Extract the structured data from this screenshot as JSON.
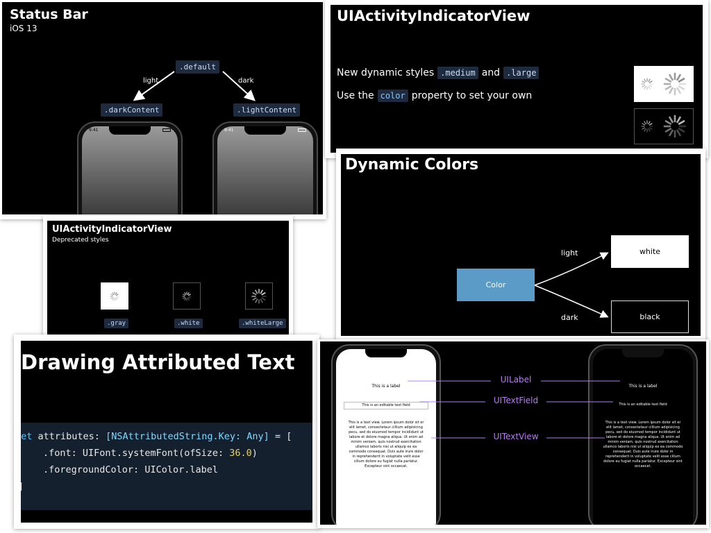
{
  "status_bar": {
    "title": "Status Bar",
    "subtitle": "iOS 13",
    "default_tag": ".default",
    "light_label": "light",
    "dark_label": "dark",
    "dark_content_tag": ".darkContent",
    "light_content_tag": ".lightContent",
    "phone_time": "9:41"
  },
  "indicator_new": {
    "title": "UIActivityIndicatorView",
    "line1_prefix": "New dynamic styles",
    "line1_tag1": ".medium",
    "line1_and": "and",
    "line1_tag2": ".large",
    "line2_prefix": "Use the",
    "line2_tag": "color",
    "line2_suffix": "property to set your own"
  },
  "dynamic_colors": {
    "title": "Dynamic Colors",
    "source": "Color",
    "light_label": "light",
    "dark_label": "dark",
    "light_target": "white",
    "dark_target": "black",
    "accent": "#5b9bc7"
  },
  "indicator_deprecated": {
    "title": "UIActivityIndicatorView",
    "subtitle": "Deprecated styles",
    "styles": [
      ".gray",
      ".white",
      ".whiteLarge"
    ]
  },
  "attributed_text": {
    "title": "Drawing Attributed Text",
    "code_line1": {
      "kw": "let",
      "name": "attributes:",
      "type": "[NSAttributedString.Key:",
      "type2": "Any]",
      "rest": "= ["
    },
    "code_line2": {
      "prop": ".font:",
      "call": "UIFont.systemFont(ofSize:",
      "num": "36.0",
      "end": ")"
    },
    "code_line3": {
      "prop": ".foregroundColor:",
      "call": "UIColor.label"
    },
    "code_line4": "]"
  },
  "text_views": {
    "label_text": "This is a label",
    "field_text": "This is an editable text field",
    "textview_text": "This is a text view. Lorem ipsum dolor sit er elit lamet, consectetaur cillium adipisicing pecu, sed do eiusmod tempor incididunt ut labore et dolore magna aliqua. Ut enim ad minim veniam, quis nostrud exercitation ullamco laboris nisi ut aliquip ex ea commodo consequat. Duis aute irure dolor in reprehenderit in voluptate velit esse cillum dolore eu fugiat nulla pariatur. Excepteur sint occaecat.",
    "callouts": [
      "UILabel",
      "UITextField",
      "UITextView"
    ],
    "callout_color": "#b57cf0"
  }
}
